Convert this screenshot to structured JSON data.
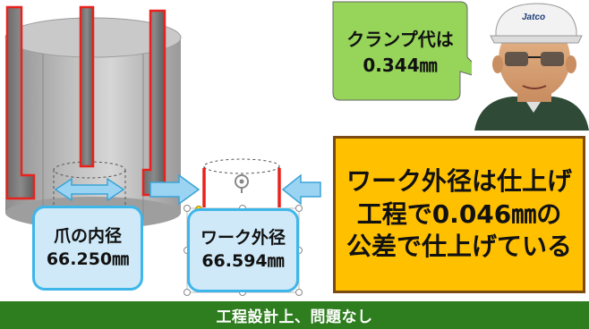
{
  "speech_bubble": {
    "line1": "クランプ代は",
    "line2": "0.344㎜"
  },
  "avatar": {
    "cap_text": "Jatco"
  },
  "jaw_inner_label": {
    "line1": "爪の内径",
    "line2": "66.250㎜"
  },
  "workpiece_label": {
    "line1": "ワーク外径",
    "line2": "66.594㎜"
  },
  "callout": {
    "line1": "ワーク外径は仕上げ",
    "line2": "工程で0.046㎜の",
    "line3": "公差で仕上げている"
  },
  "footer": {
    "text": "工程設計上、問題なし"
  },
  "colors": {
    "bubble_fill": "#96d45a",
    "callout_fill": "#ffc000",
    "label_fill": "#cfe9f8",
    "label_border": "#3fb6ea",
    "footer_fill": "#2e7d1e",
    "jaw_outline": "#e8231d",
    "arrow_fill": "#9ad4f2"
  }
}
